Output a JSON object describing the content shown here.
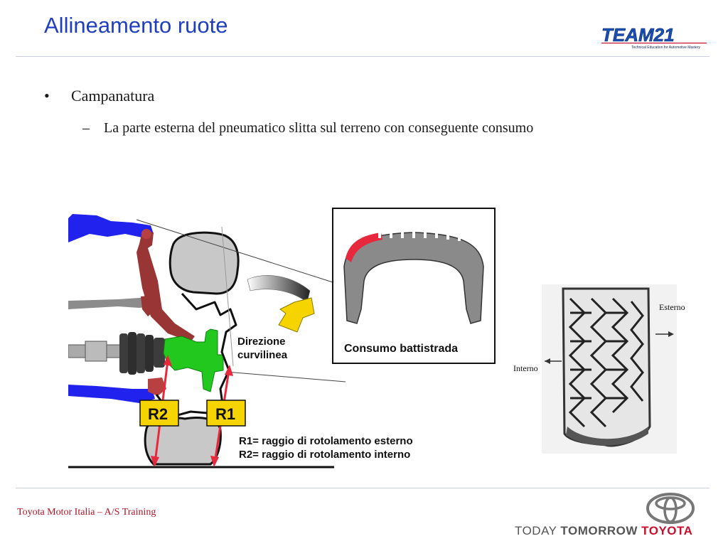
{
  "header": {
    "title": "Allineamento ruote",
    "logo_text": "TEAM21",
    "logo_tagline": "Technical Education for Automotive Mastery"
  },
  "content": {
    "bullet_symbol": "•",
    "bullet_text": "Campanatura",
    "sub_bullet_symbol": "–",
    "sub_bullet_text": "La parte esterna del pneumatico slitta sul terreno con conseguente consumo"
  },
  "diagram": {
    "direction_label_1": "Direzione",
    "direction_label_2": "curvilinea",
    "tread_wear_label": "Consumo battistrada",
    "r2_label": "R2",
    "r1_label": "R1",
    "r1_legend": "R1= raggio di rotolamento esterno",
    "r2_legend": "R2= raggio di rotolamento interno"
  },
  "tire_photo": {
    "outer_label": "Esterno",
    "inner_label": "Interno"
  },
  "footer": {
    "company": "Toyota Motor Italia – A/S Training",
    "slogan_today": "TODAY",
    "slogan_tomorrow": "TOMORROW",
    "slogan_brand": "TOYOTA"
  },
  "colors": {
    "title": "#1f3fbf",
    "footer_text": "#b0172a",
    "brand_red": "#c8102e",
    "arrow_red": "#e8283c",
    "label_yellow": "#f5d400",
    "hub_green": "#22c81e",
    "arm_blue": "#2222ee",
    "arm_maroon": "#9a3535"
  }
}
